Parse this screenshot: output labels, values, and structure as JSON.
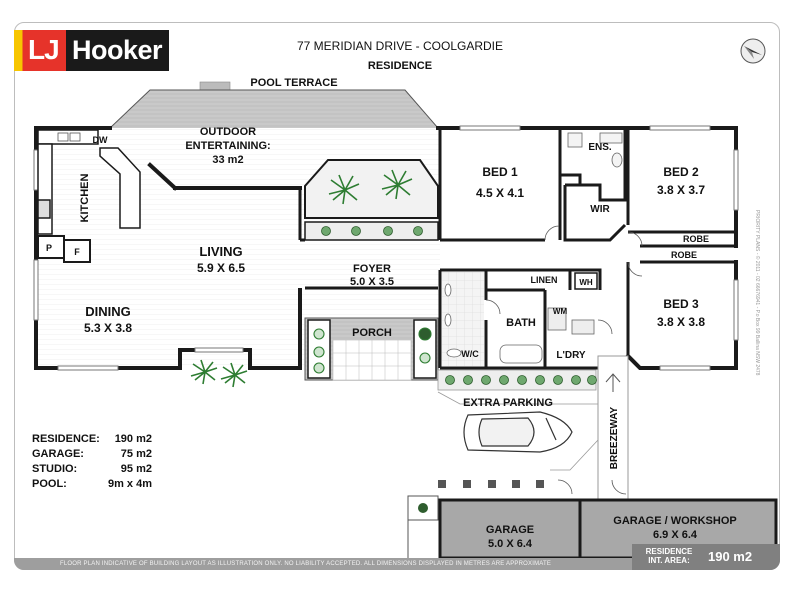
{
  "brand": {
    "initials": "LJ",
    "word": "Hooker"
  },
  "header": {
    "title": "77 MERIDIAN DRIVE - COOLGARDIE",
    "subtitle": "RESIDENCE"
  },
  "rooms": {
    "pool_terrace": "POOL TERRACE",
    "outdoor_1": "OUTDOOR",
    "outdoor_2": "ENTERTAINING:",
    "outdoor_3": "33 m2",
    "kitchen": "KITCHEN",
    "dw": "DW",
    "pantry": "P",
    "fridge": "F",
    "living": "LIVING",
    "living_dim": "5.9 X 6.5",
    "dining": "DINING",
    "dining_dim": "5.3 X 3.8",
    "foyer": "FOYER",
    "foyer_dim": "5.0 X 3.5",
    "porch": "PORCH",
    "bed1": "BED 1",
    "bed1_dim": "4.5 X 4.1",
    "ens": "ENS.",
    "wir": "WIR",
    "bed2": "BED 2",
    "bed2_dim": "3.8 X 3.7",
    "robe1": "ROBE",
    "robe2": "ROBE",
    "bed3": "BED 3",
    "bed3_dim": "3.8 X 3.8",
    "linen": "LINEN",
    "wh": "WH",
    "wm": "WM",
    "bath": "BATH",
    "wc": "W/C",
    "ldry": "L'DRY",
    "extra_parking": "EXTRA PARKING",
    "breezeway": "BREEZEWAY",
    "garage": "GARAGE",
    "garage_dim": "5.0 X 6.4",
    "workshop": "GARAGE / WORKSHOP",
    "workshop_dim": "6.9 X 6.4"
  },
  "stats": [
    {
      "label": "RESIDENCE:",
      "value": "190 m2"
    },
    {
      "label": "GARAGE:",
      "value": "75 m2"
    },
    {
      "label": "STUDIO:",
      "value": "95 m2"
    },
    {
      "label": "POOL:",
      "value": "9m x 4m"
    }
  ],
  "footer": {
    "disclaimer": "FLOOR PLAN INDICATIVE OF BUILDING LAYOUT AS ILLUSTRATION ONLY. NO LIABILITY ACCEPTED. ALL DIMENSIONS DISPLAYED IN METRES ARE APPROXIMATE",
    "area_label_1": "RESIDENCE",
    "area_label_2": "INT. AREA:",
    "area_value": "190 m2"
  },
  "credit": "PRIORITY PLANS - © 2011 - 02 66676941 - P.o Box 99 Ballina NSW 2478",
  "colors": {
    "wall": "#1a1a1a",
    "deck": "#c8c8c8",
    "garage": "#a8a8a8",
    "floor": "#ffffff"
  }
}
